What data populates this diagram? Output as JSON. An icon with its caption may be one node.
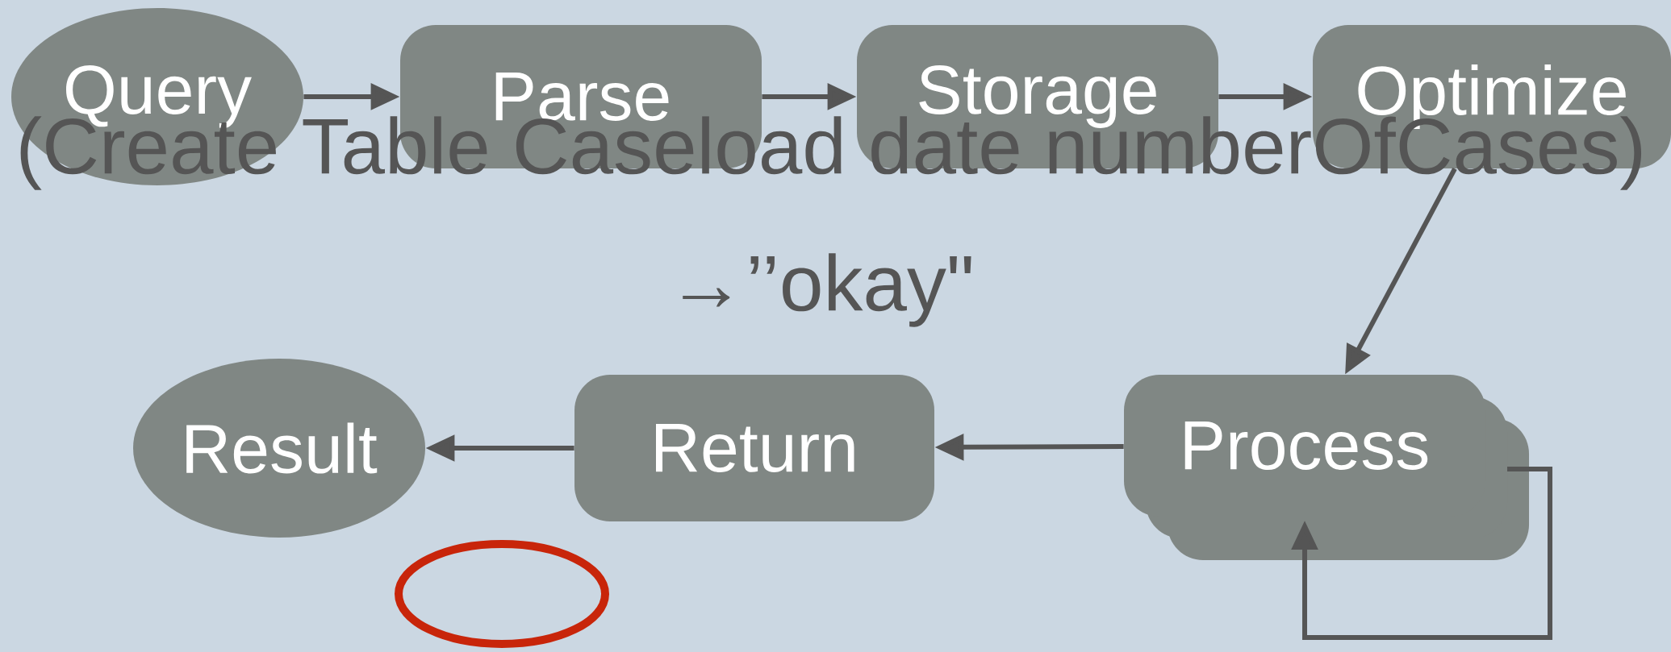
{
  "diagram": {
    "nodes": [
      {
        "text": [
          "Query"
        ]
      },
      {
        "text": [
          "Parse"
        ]
      },
      {
        "text": [
          "Storage"
        ]
      },
      {
        "text": [
          "Optimize"
        ]
      },
      {
        "text": [
          "Process"
        ]
      },
      {
        "text": [
          "Return"
        ]
      },
      {
        "text": [
          "Result"
        ]
      },
      {
        "text": [],
        "shape": "circle"
      }
    ],
    "edges": [
      {
        "from": 0,
        "to": 1,
        "arrow": "to"
      },
      {
        "from": 1,
        "to": 2,
        "arrow": "to"
      },
      {
        "from": 2,
        "to": 3,
        "arrow": "to"
      },
      {
        "from": 3,
        "to": 4,
        "arrow": "to"
      },
      {
        "from": 4,
        "to": 5,
        "arrow": "to"
      },
      {
        "from": 5,
        "to": 6,
        "arrow": "to"
      },
      {
        "from": 4,
        "to": 4,
        "arrow": "to"
      }
    ],
    "labels": [
      "(Create Table Caseload date numberOfCases)",
      "→’’okay\""
    ]
  }
}
